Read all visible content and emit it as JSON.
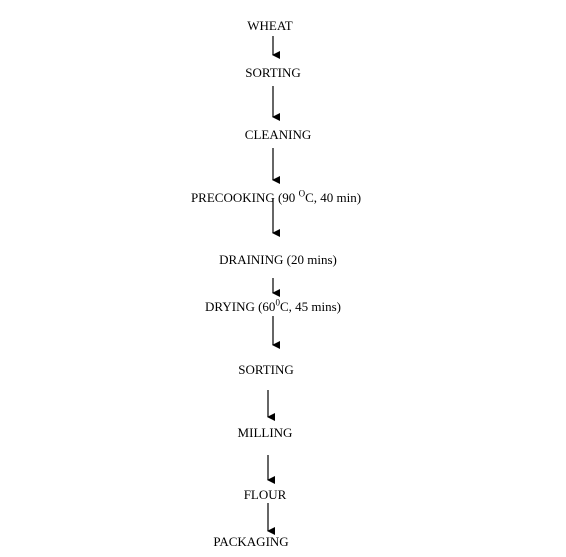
{
  "diagram": {
    "steps": [
      {
        "id": "wheat",
        "text": "WHEAT",
        "sup": "",
        "after": ""
      },
      {
        "id": "sorting-1",
        "text": "SORTING",
        "sup": "",
        "after": ""
      },
      {
        "id": "cleaning",
        "text": "CLEANING",
        "sup": "",
        "after": ""
      },
      {
        "id": "precooking",
        "text": "PRECOOKING (90 ",
        "sup": "O",
        "after": "C, 40 min)"
      },
      {
        "id": "draining",
        "text": "DRAINING (20 mins)",
        "sup": "",
        "after": ""
      },
      {
        "id": "drying",
        "text": "DRYING (60",
        "sup": "0",
        "after": "C, 45 mins)"
      },
      {
        "id": "sorting-2",
        "text": "SORTING",
        "sup": "",
        "after": ""
      },
      {
        "id": "milling",
        "text": "MILLING",
        "sup": "",
        "after": ""
      },
      {
        "id": "flour",
        "text": "FLOUR",
        "sup": "",
        "after": ""
      },
      {
        "id": "packaging",
        "text": "PACKAGING",
        "sup": "",
        "after": ""
      }
    ],
    "colors": {
      "text": "#000000",
      "arrow": "#000000",
      "background": "#ffffff"
    }
  }
}
